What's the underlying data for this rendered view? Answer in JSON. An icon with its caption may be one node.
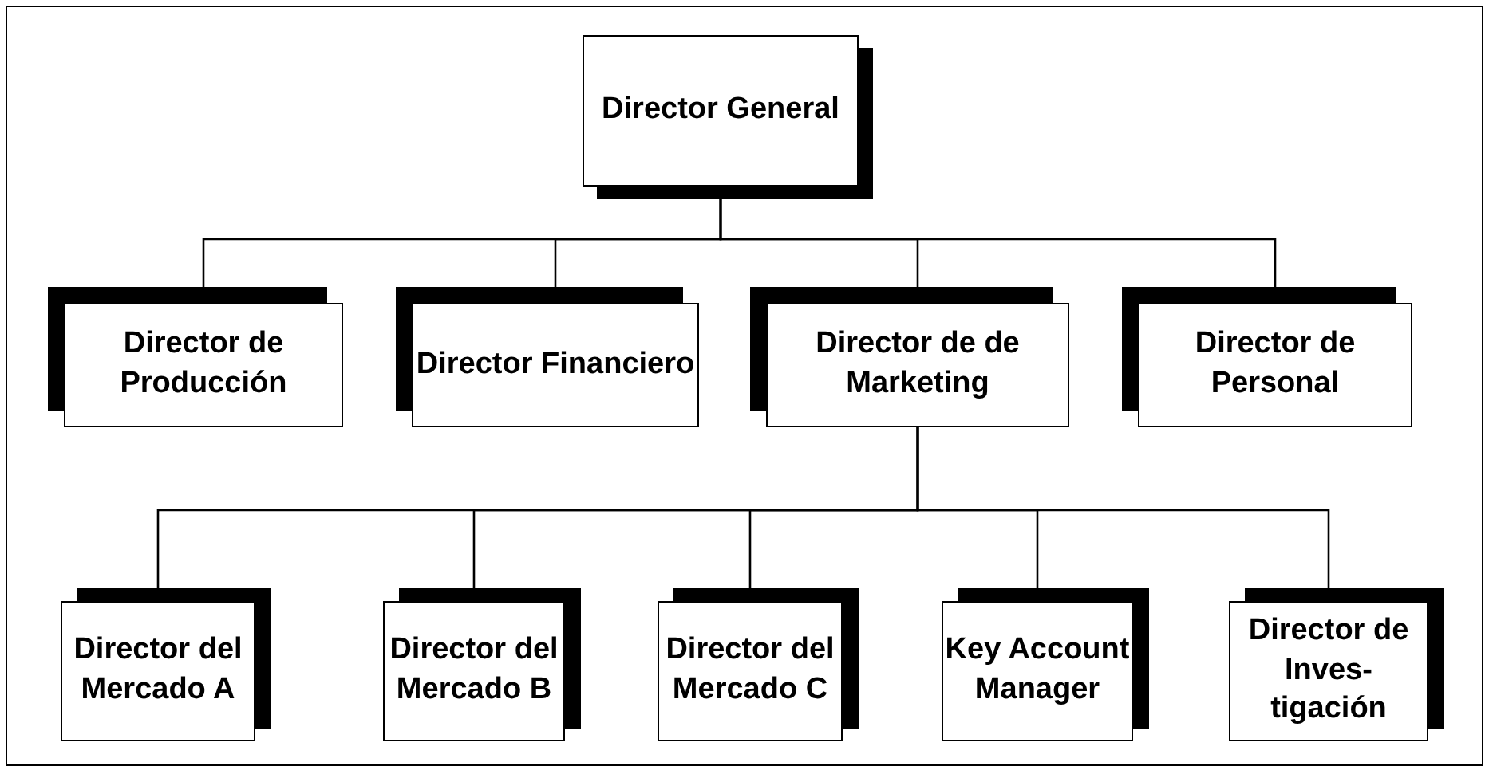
{
  "diagram": {
    "nodes": [
      {
        "text": [
          "Director General"
        ]
      },
      {
        "text": [
          "Director de Producción"
        ]
      },
      {
        "text": [
          "Director Financiero"
        ]
      },
      {
        "text": [
          "Director de de Marketing"
        ]
      },
      {
        "text": [
          "Director de Personal"
        ]
      },
      {
        "text": [
          "Director del Mercado A"
        ]
      },
      {
        "text": [
          "Director del Mercado B"
        ]
      },
      {
        "text": [
          "Director del Mercado C"
        ]
      },
      {
        "text": [
          "Key Account Manager"
        ]
      },
      {
        "text": [
          "Director de Inves- tigación"
        ]
      }
    ],
    "edges": [
      {
        "from": 0,
        "to": 1,
        "arrow": "none"
      },
      {
        "from": 0,
        "to": 2,
        "arrow": "none"
      },
      {
        "from": 0,
        "to": 3,
        "arrow": "none"
      },
      {
        "from": 0,
        "to": 4,
        "arrow": "none"
      },
      {
        "from": 3,
        "to": 5,
        "arrow": "none"
      },
      {
        "from": 3,
        "to": 6,
        "arrow": "none"
      },
      {
        "from": 3,
        "to": 7,
        "arrow": "none"
      },
      {
        "from": 3,
        "to": 8,
        "arrow": "none"
      },
      {
        "from": 3,
        "to": 9,
        "arrow": "none"
      }
    ]
  }
}
